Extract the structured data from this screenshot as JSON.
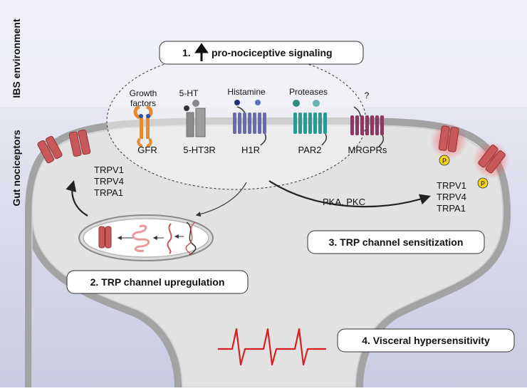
{
  "side_labels": {
    "top": "IBS environment",
    "bottom": "Gut nociceptors"
  },
  "steps": {
    "step1": "1. ",
    "step1_rest": "pro-nociceptive signaling",
    "step2": "2. TRP channel upregulation",
    "step3": "3. TRP channel sensitization",
    "step4": "4. Visceral hypersensitivity"
  },
  "ligands": {
    "growth_factors_line1": "Growth",
    "growth_factors_line2": "factors",
    "serotonin": "5-HT",
    "histamine": "Histamine",
    "proteases": "Proteases",
    "unknown": "?"
  },
  "receptors": {
    "gfr": "GFR",
    "ht3r": "5-HT3R",
    "h1r": "H1R",
    "par2": "PAR2",
    "mrgprs": "MRGPRs"
  },
  "channels_left": [
    "TRPV1",
    "TRPV4",
    "TRPA1"
  ],
  "channels_right": [
    "TRPV1",
    "TRPV4",
    "TRPA1"
  ],
  "kinases": "PKA, PKC",
  "phospho": "P",
  "colors": {
    "top_bg": "#eceef7",
    "cell_fill": "#e4e4e4",
    "membrane": "#9a9a9a",
    "channel": "#c8585a",
    "gfr": "#e58a2e",
    "ht3r": "#8c8c8c",
    "h1r": "#6a6aa8",
    "par2": "#2a9a8e",
    "mrgpr": "#8a3a62",
    "trace": "#d62020"
  }
}
